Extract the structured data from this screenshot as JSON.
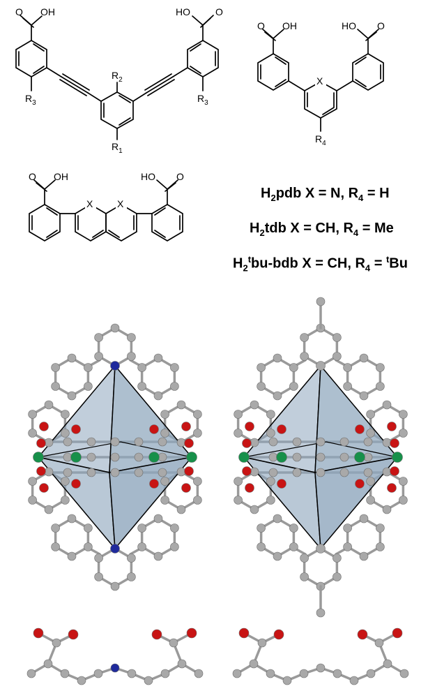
{
  "labels": {
    "cooh": "O",
    "oh": "OH",
    "ho": "HO",
    "x": "X",
    "r_letter": "R",
    "r1_sub": "1",
    "r2_sub": "2",
    "r3_sub": "3",
    "r4_sub": "4"
  },
  "captions": [
    {
      "prefix": "H",
      "sub": "2",
      "name": "pdb",
      "rest": " X = N, R",
      "rsub": "4",
      "tail": " = H",
      "sup": ""
    },
    {
      "prefix": "H",
      "sub": "2",
      "name": "tdb",
      "rest": " X = CH, R",
      "rsub": "4",
      "tail": " = Me",
      "sup": ""
    },
    {
      "prefix": "H",
      "sub": "2",
      "name": "bu-bdb",
      "sup_before": "t",
      "rest": " X = CH, R",
      "rsub": "4",
      "tail": " = ",
      "sup": "t",
      "tail2": "Bu"
    }
  ],
  "colors": {
    "carbon": "#a9a9a9",
    "oxygen": "#c81414",
    "nitrogen": "#1f2a9c",
    "metal": "#17904a",
    "polyhedron": "#8ea6bd"
  }
}
